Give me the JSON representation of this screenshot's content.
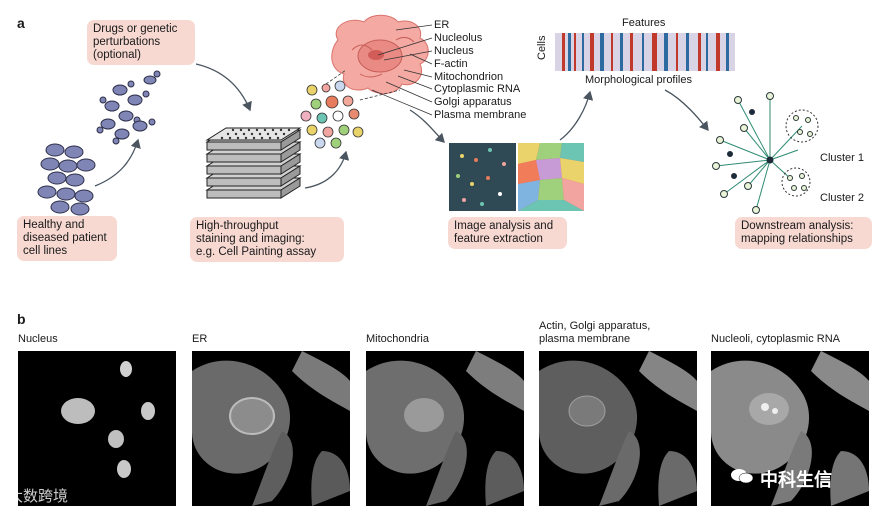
{
  "panel_a": {
    "letter": "a",
    "steps": {
      "cells": "Healthy and\ndiseased patient\ncell lines",
      "perturb": "Drugs or genetic\nperturbations\n(optional)",
      "staining": "High-throughput\nstaining and imaging:\ne.g. Cell Painting assay",
      "analysis": "Image analysis and\nfeature extraction",
      "downstream": "Downstream analysis:\nmapping relationships"
    },
    "organelles": [
      "ER",
      "Nucleolus",
      "Nucleus",
      "F-actin",
      "Mitochondrion",
      "Cytoplasmic RNA",
      "Golgi apparatus",
      "Plasma membrane"
    ],
    "heatmap": {
      "features_label": "Features",
      "cells_label": "Cells",
      "profiles_label": "Morphological profiles"
    },
    "clusters": [
      "Cluster 1",
      "Cluster 2"
    ]
  },
  "panel_b": {
    "letter": "b",
    "channels": [
      "Nucleus",
      "ER",
      "Mitochondria",
      "Actin, Golgi apparatus,\nplasma membrane",
      "Nucleoli, cytoplasmic RNA"
    ]
  },
  "watermarks": {
    "left": "大数跨境",
    "right": "中科生信"
  },
  "colors": {
    "box_fill": "#f7d9d2",
    "cell_blue": "#7f86b5",
    "arrow": "#4a5560",
    "teal": "#2e8b72"
  }
}
